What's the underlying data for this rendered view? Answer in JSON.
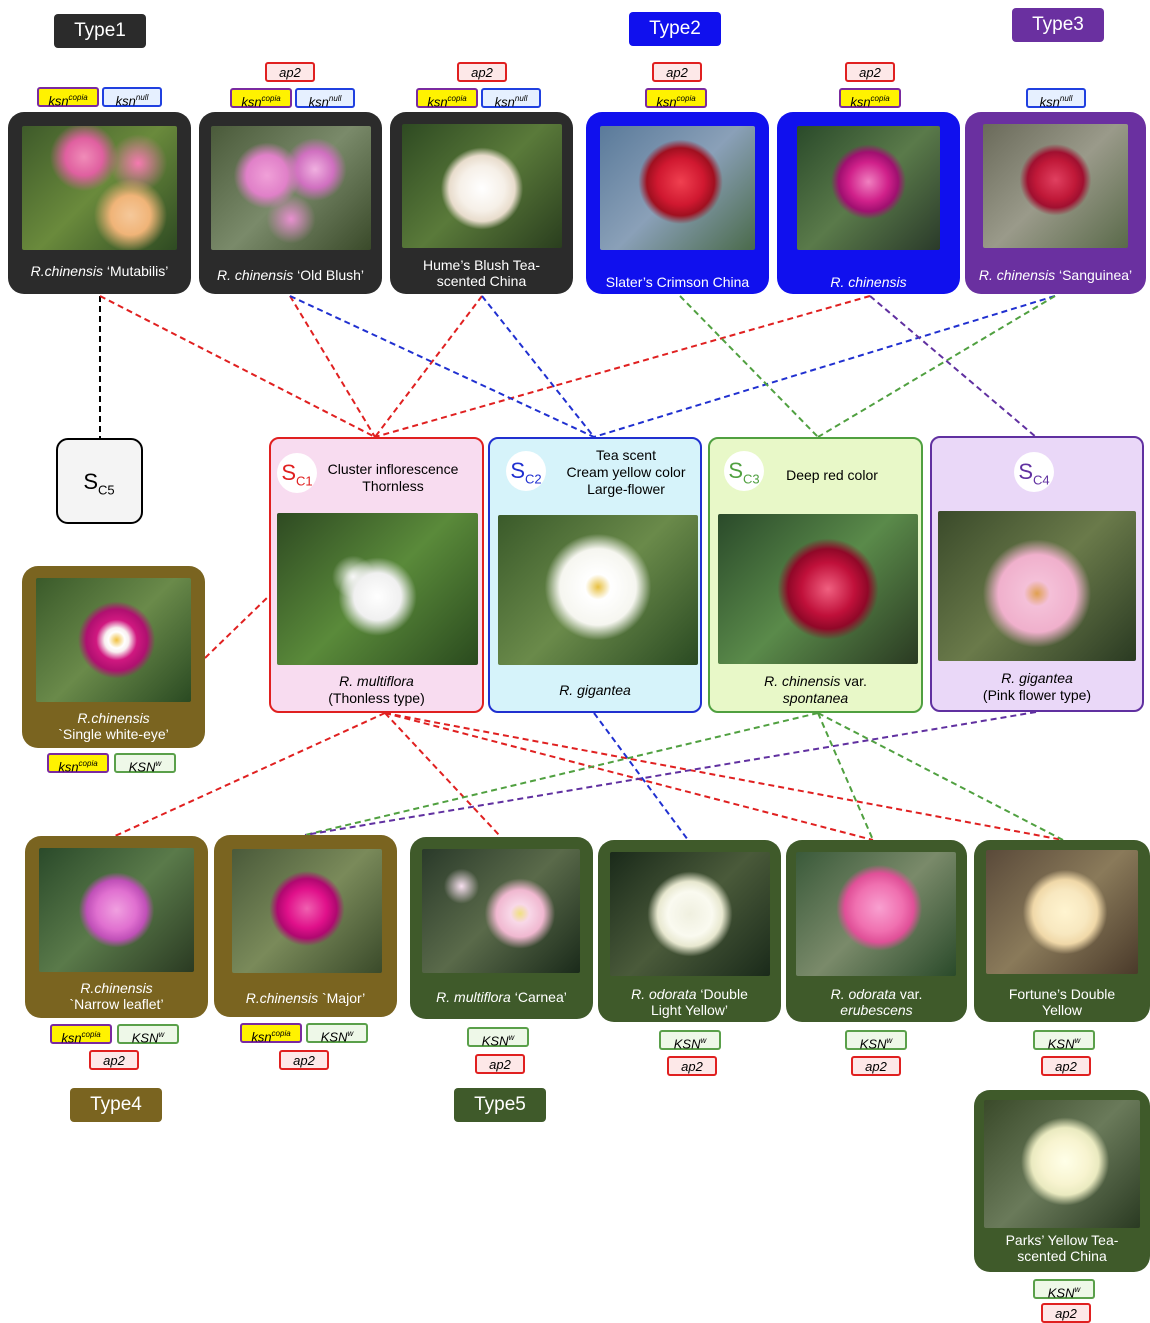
{
  "types": {
    "type1": "Type1",
    "type2": "Type2",
    "type3": "Type3",
    "type4": "Type4",
    "type5": "Type5"
  },
  "genotype_labels": {
    "ap2": "ap2",
    "ksn": "ksn",
    "KSN": "KSN",
    "copia": "copia",
    "null": "null",
    "w": "w"
  },
  "top_cultivars": [
    {
      "name_italic": "R.chinensis",
      "name_rest": " ‘Mutabilis’"
    },
    {
      "name_italic": "R. chinensis",
      "name_rest": " ‘Old Blush’"
    },
    {
      "name_italic": "",
      "name_rest": "Hume’s Blush Tea-scented China"
    },
    {
      "name_italic": "",
      "name_rest": "Slater’s Crimson China"
    },
    {
      "name_italic": "R. chinensis",
      "name_rest": ""
    },
    {
      "name_italic": "R. chinensis",
      "name_rest": " ‘Sanguinea’"
    }
  ],
  "sources": [
    {
      "symbol": "S",
      "sub": "C1",
      "traits": [
        "Cluster inflorescence",
        "Thornless"
      ],
      "species_italic": "R. multiflora",
      "species_rest": "(Thonless type)"
    },
    {
      "symbol": "S",
      "sub": "C2",
      "traits": [
        "Tea scent",
        "Cream yellow color",
        "Large-flower"
      ],
      "species_italic": "R. gigantea",
      "species_rest": ""
    },
    {
      "symbol": "S",
      "sub": "C3",
      "traits": [
        "Deep red color"
      ],
      "species_italic": "R. chinensis",
      "species_rest": " var.",
      "species_italic2": "spontanea"
    },
    {
      "symbol": "S",
      "sub": "C4",
      "traits": [],
      "species_italic": "R. gigantea",
      "species_rest": "(Pink flower type)"
    },
    {
      "symbol": "S",
      "sub": "C5"
    }
  ],
  "mid_cultivar": {
    "name_italic": "R.chinensis",
    "name_rest": "`Single white-eye’"
  },
  "bottom_cultivars": [
    {
      "name_italic": "R.chinensis",
      "name_rest": "`Narrow leaflet’"
    },
    {
      "name_italic": "R.chinensis",
      "name_rest": " `Major’"
    },
    {
      "name_italic": "R. multiflora",
      "name_rest": " ‘Carnea’"
    },
    {
      "name_italic": "R. odorata",
      "name_rest": " ‘Double Light Yellow’"
    },
    {
      "name_italic": "R. odorata",
      "name_rest": " var.",
      "name_italic2": "erubescens"
    },
    {
      "name_italic": "",
      "name_rest": "Fortune’s Double Yellow"
    },
    {
      "name_italic": "",
      "name_rest": "Parks’ Yellow Tea-scented China"
    }
  ],
  "colors": {
    "type1": "#2b2b2b",
    "type2": "#1010ee",
    "type3": "#6a30a0",
    "type4": "#7a6420",
    "type5": "#3f5a2a",
    "red_line": "#e02020",
    "blue_line": "#2030d0",
    "green_line": "#50a040",
    "purple_line": "#6030a0",
    "sc1_fill": "#f8dcf0",
    "sc2_fill": "#d6f3fa",
    "sc3_fill": "#e8f8c8",
    "sc4_fill": "#ead8f8"
  }
}
